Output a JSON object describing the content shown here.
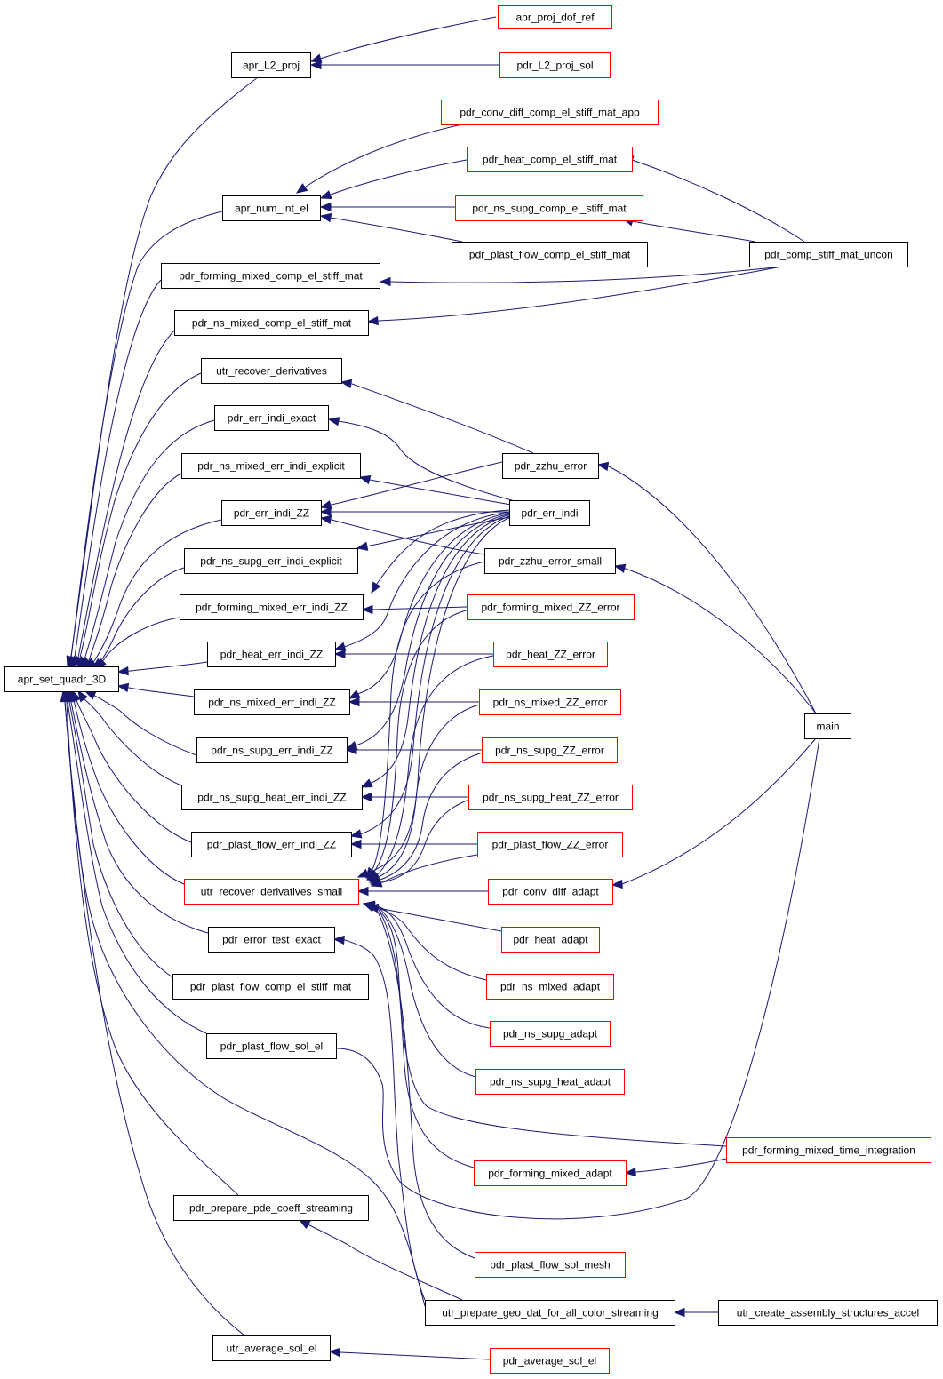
{
  "colors": {
    "edge": "#191970",
    "border_normal": "#000000",
    "border_truncated": "#ff0000",
    "focus_fill": "#bfbfbf"
  },
  "nodes": {
    "apr_set_quadr_3D": {
      "label": "apr_set_quadr_3D",
      "style": "focus"
    },
    "apr_L2_proj": {
      "label": "apr_L2_proj",
      "style": "normal"
    },
    "apr_proj_dof_ref": {
      "label": "apr_proj_dof_ref",
      "style": "truncated"
    },
    "pdr_L2_proj_sol": {
      "label": "pdr_L2_proj_sol",
      "style": "truncated"
    },
    "pdr_conv_diff_comp_el_stiff_mat_app": {
      "label": "pdr_conv_diff_comp_el_stiff_mat_app",
      "style": "truncated"
    },
    "pdr_heat_comp_el_stiff_mat": {
      "label": "pdr_heat_comp_el_stiff_mat",
      "style": "truncated"
    },
    "apr_num_int_el": {
      "label": "apr_num_int_el",
      "style": "normal"
    },
    "pdr_ns_supg_comp_el_stiff_mat": {
      "label": "pdr_ns_supg_comp_el_stiff_mat",
      "style": "truncated"
    },
    "pdr_plast_flow_comp_el_stiff_mat_r": {
      "label": "pdr_plast_flow_comp_el_stiff_mat",
      "style": "normal"
    },
    "pdr_comp_stiff_mat_uncon": {
      "label": "pdr_comp_stiff_mat_uncon",
      "style": "normal"
    },
    "pdr_forming_mixed_comp_el_stiff_mat": {
      "label": "pdr_forming_mixed_comp_el_stiff_mat",
      "style": "normal"
    },
    "pdr_ns_mixed_comp_el_stiff_mat": {
      "label": "pdr_ns_mixed_comp_el_stiff_mat",
      "style": "normal"
    },
    "utr_recover_derivatives": {
      "label": "utr_recover_derivatives",
      "style": "normal"
    },
    "pdr_err_indi_exact": {
      "label": "pdr_err_indi_exact",
      "style": "normal"
    },
    "pdr_zzhu_error": {
      "label": "pdr_zzhu_error",
      "style": "normal"
    },
    "pdr_ns_mixed_err_indi_explicit": {
      "label": "pdr_ns_mixed_err_indi_explicit",
      "style": "normal"
    },
    "pdr_err_indi_ZZ": {
      "label": "pdr_err_indi_ZZ",
      "style": "normal"
    },
    "pdr_err_indi": {
      "label": "pdr_err_indi",
      "style": "normal"
    },
    "pdr_ns_supg_err_indi_explicit": {
      "label": "pdr_ns_supg_err_indi_explicit",
      "style": "normal"
    },
    "pdr_zzhu_error_small": {
      "label": "pdr_zzhu_error_small",
      "style": "normal"
    },
    "pdr_forming_mixed_err_indi_ZZ": {
      "label": "pdr_forming_mixed_err_indi_ZZ",
      "style": "normal"
    },
    "pdr_forming_mixed_ZZ_error": {
      "label": "pdr_forming_mixed_ZZ_error",
      "style": "truncated"
    },
    "pdr_heat_err_indi_ZZ": {
      "label": "pdr_heat_err_indi_ZZ",
      "style": "normal"
    },
    "pdr_heat_ZZ_error": {
      "label": "pdr_heat_ZZ_error",
      "style": "truncated"
    },
    "pdr_ns_mixed_err_indi_ZZ": {
      "label": "pdr_ns_mixed_err_indi_ZZ",
      "style": "normal"
    },
    "pdr_ns_mixed_ZZ_error": {
      "label": "pdr_ns_mixed_ZZ_error",
      "style": "truncated"
    },
    "main": {
      "label": "main",
      "style": "normal"
    },
    "pdr_ns_supg_err_indi_ZZ": {
      "label": "pdr_ns_supg_err_indi_ZZ",
      "style": "normal"
    },
    "pdr_ns_supg_ZZ_error": {
      "label": "pdr_ns_supg_ZZ_error",
      "style": "truncated"
    },
    "pdr_ns_supg_heat_err_indi_ZZ": {
      "label": "pdr_ns_supg_heat_err_indi_ZZ",
      "style": "normal"
    },
    "pdr_ns_supg_heat_ZZ_error": {
      "label": "pdr_ns_supg_heat_ZZ_error",
      "style": "truncated"
    },
    "pdr_plast_flow_err_indi_ZZ": {
      "label": "pdr_plast_flow_err_indi_ZZ",
      "style": "normal"
    },
    "pdr_plast_flow_ZZ_error": {
      "label": "pdr_plast_flow_ZZ_error",
      "style": "truncated"
    },
    "utr_recover_derivatives_small": {
      "label": "utr_recover_derivatives_small",
      "style": "truncated"
    },
    "pdr_conv_diff_adapt": {
      "label": "pdr_conv_diff_adapt",
      "style": "truncated"
    },
    "pdr_heat_adapt": {
      "label": "pdr_heat_adapt",
      "style": "truncated"
    },
    "pdr_error_test_exact": {
      "label": "pdr_error_test_exact",
      "style": "normal"
    },
    "pdr_ns_mixed_adapt": {
      "label": "pdr_ns_mixed_adapt",
      "style": "truncated"
    },
    "pdr_plast_flow_comp_el_stiff_mat_l": {
      "label": "pdr_plast_flow_comp_el_stiff_mat",
      "style": "normal"
    },
    "pdr_ns_supg_adapt": {
      "label": "pdr_ns_supg_adapt",
      "style": "truncated"
    },
    "pdr_plast_flow_sol_el": {
      "label": "pdr_plast_flow_sol_el",
      "style": "normal"
    },
    "pdr_ns_supg_heat_adapt": {
      "label": "pdr_ns_supg_heat_adapt",
      "style": "truncated"
    },
    "pdr_forming_mixed_time_integration": {
      "label": "pdr_forming_mixed_time_integration",
      "style": "truncated"
    },
    "pdr_forming_mixed_adapt": {
      "label": "pdr_forming_mixed_adapt",
      "style": "truncated"
    },
    "pdr_prepare_pde_coeff_streaming": {
      "label": "pdr_prepare_pde_coeff_streaming",
      "style": "normal"
    },
    "pdr_plast_flow_sol_mesh": {
      "label": "pdr_plast_flow_sol_mesh",
      "style": "truncated"
    },
    "utr_prepare_geo_dat_for_all_color_streaming": {
      "label": "utr_prepare_geo_dat_for_all_color_streaming",
      "style": "normal"
    },
    "utr_create_assembly_structures_accel": {
      "label": "utr_create_assembly_structures_accel",
      "style": "normal"
    },
    "utr_average_sol_el": {
      "label": "utr_average_sol_el",
      "style": "normal"
    },
    "pdr_average_sol_el": {
      "label": "pdr_average_sol_el",
      "style": "truncated"
    }
  }
}
